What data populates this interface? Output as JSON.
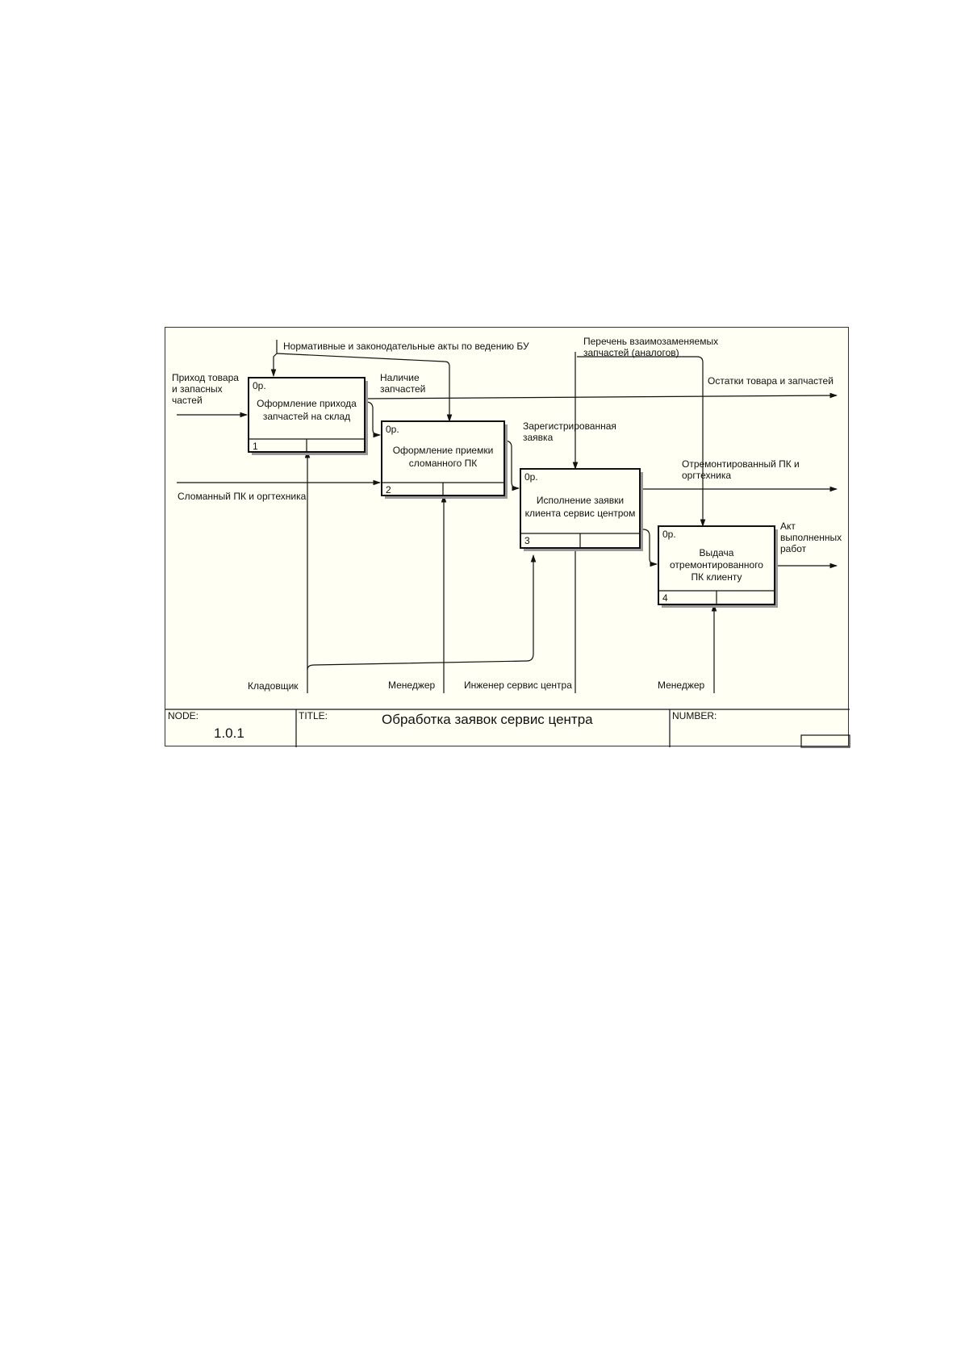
{
  "boxes": [
    {
      "cost": "0р.",
      "number": "1",
      "line1": "Оформление прихода",
      "line2": "запчастей на склад",
      "line3": ""
    },
    {
      "cost": "0р.",
      "number": "2",
      "line1": "Оформление приемки",
      "line2": "сломанного ПК",
      "line3": ""
    },
    {
      "cost": "0р.",
      "number": "3",
      "line1": "Исполнение заявки",
      "line2": "клиента сервис центром",
      "line3": ""
    },
    {
      "cost": "0р.",
      "number": "4",
      "line1": "Выдача",
      "line2": "отремонтированного",
      "line3": "ПК клиенту"
    }
  ],
  "arrows": {
    "norm_acts": "Нормативные и законодательные акты по ведению БУ",
    "spare_list_1": "Перечень взаимозаменяемых",
    "spare_list_2": "запчастей (аналогов)",
    "input_goods_1": "Приход товара",
    "input_goods_2": "и запасных",
    "input_goods_3": "частей",
    "availability_1": "Наличие",
    "availability_2": "запчастей",
    "stock_left": "Остатки товара и запчастей",
    "registered_1": "Зарегистрированная",
    "registered_2": "заявка",
    "broken_pc": "Сломанный ПК и оргтехника",
    "repaired_1": "Отремонтированный ПК и",
    "repaired_2": "оргтехника",
    "act_1": "Акт",
    "act_2": "выполненных",
    "act_3": "работ",
    "storekeeper": "Кладовщик",
    "manager_1": "Менеджер",
    "engineer": "Инженер сервис центра",
    "manager_2": "Менеджер"
  },
  "footer": {
    "node_label": "NODE:",
    "node_value": "1.0.1",
    "title_label": "TITLE:",
    "title_value": "Обработка заявок сервис центра",
    "number_label": "NUMBER:"
  }
}
